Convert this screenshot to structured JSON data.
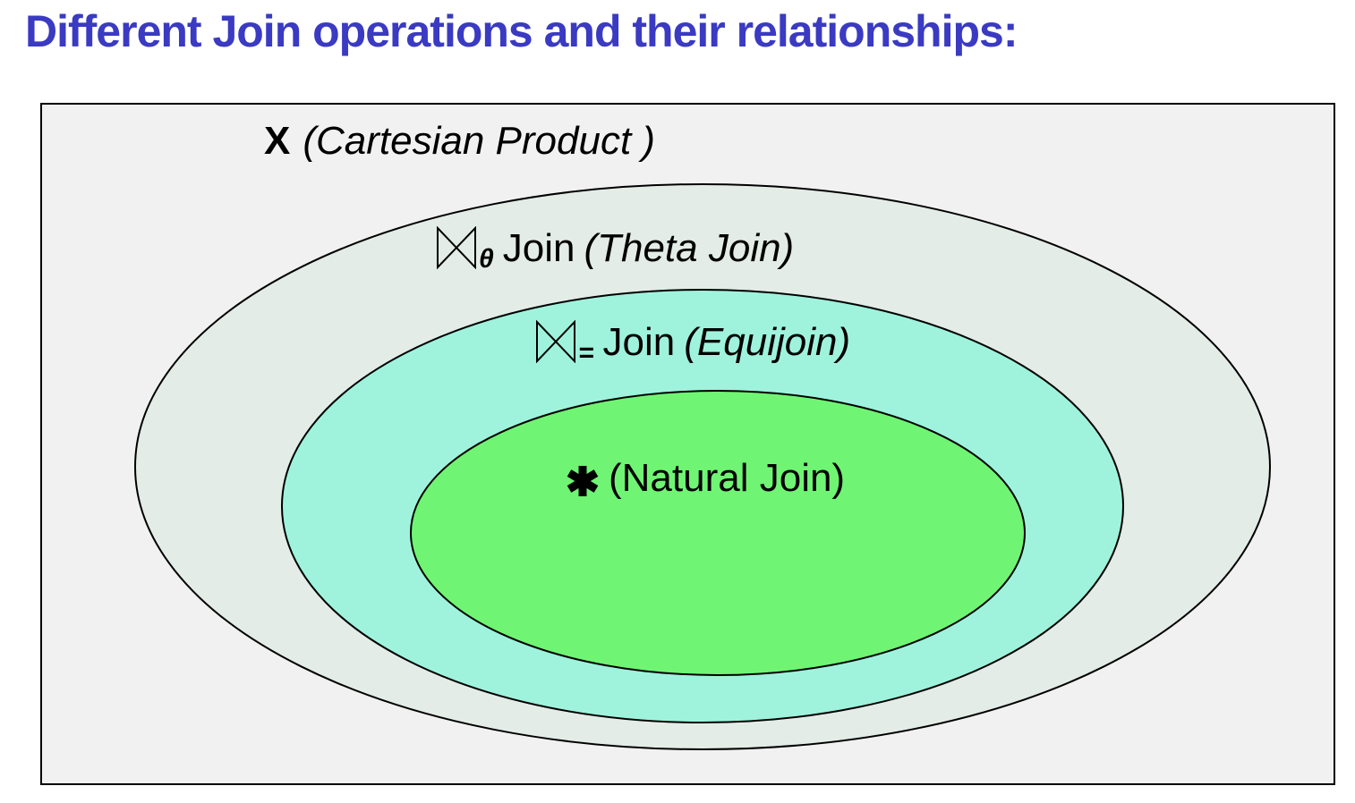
{
  "title": "Different Join operations and their relationships:",
  "colors": {
    "title_text": "#3A3AC2",
    "box_fill": "#F1F1F1",
    "outer_ellipse_fill": "#E3ECE7",
    "middle_ellipse_fill": "#9FF3DC",
    "inner_ellipse_fill": "#6FF573",
    "outline": "#000000"
  },
  "diagram": {
    "cartesian": {
      "symbol": "X",
      "label": "(Cartesian Product )"
    },
    "theta_join": {
      "operator_subscript": "θ",
      "label": "Join",
      "label_italic": "(Theta Join)"
    },
    "equijoin": {
      "operator_subscript": "=",
      "label": "Join",
      "label_italic": "(Equijoin)"
    },
    "natural_join": {
      "label": "(Natural Join)"
    }
  }
}
